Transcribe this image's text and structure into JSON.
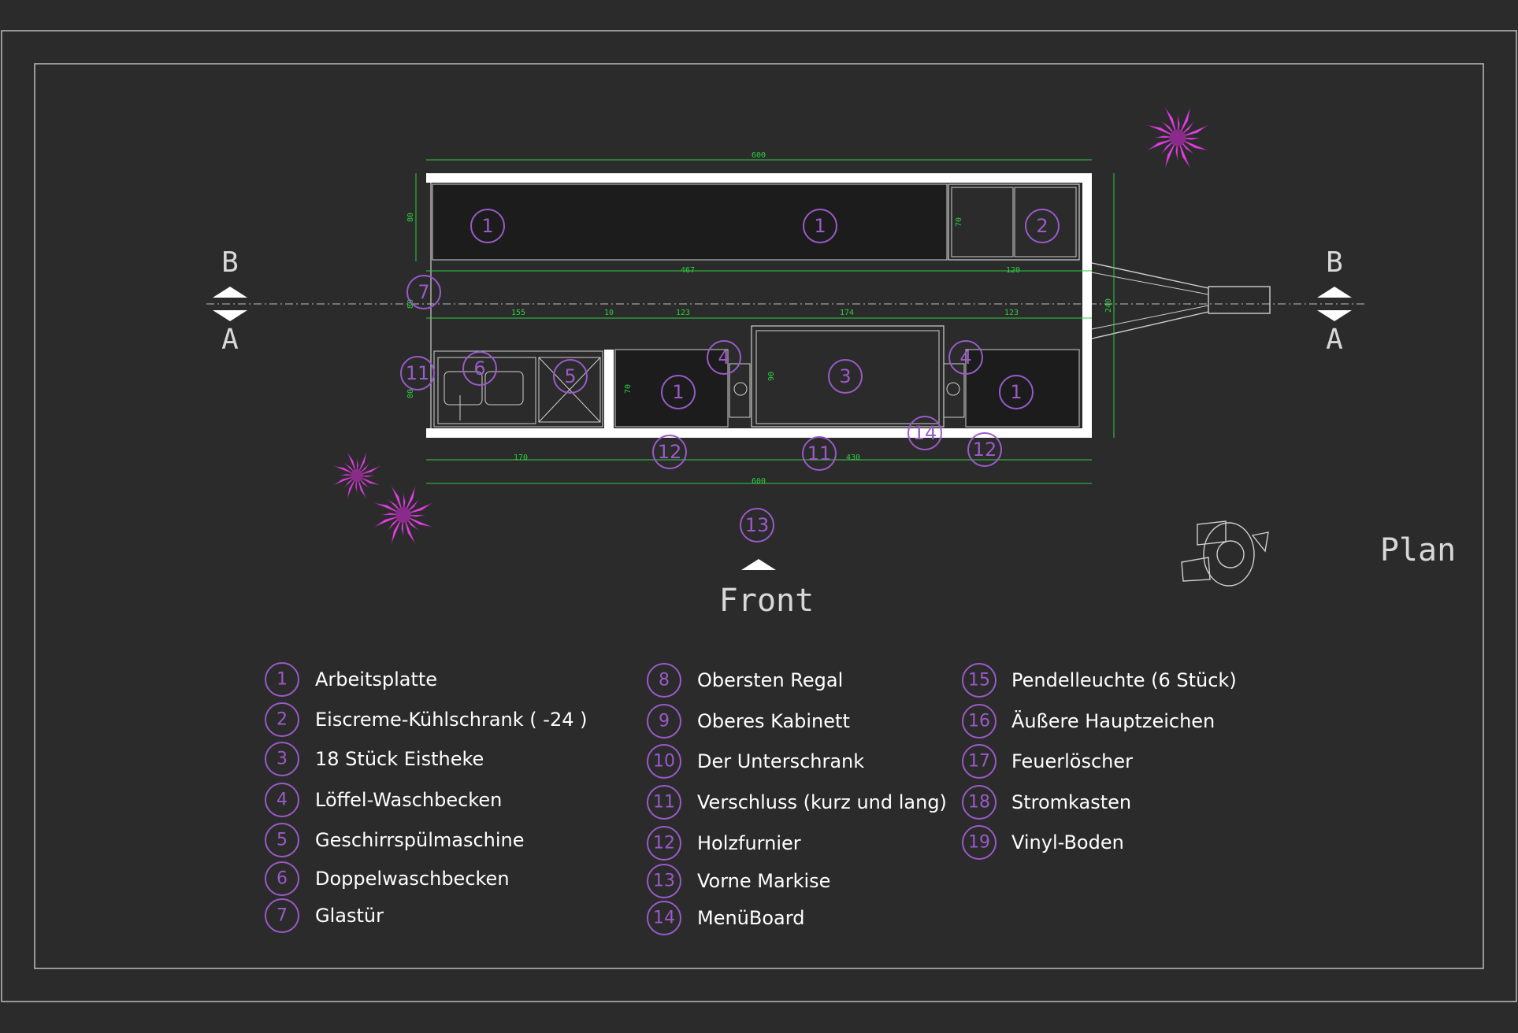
{
  "colors": {
    "background": "#2b2b2b",
    "frame": "#bdbdbd",
    "accent_purple": "#9a5ac8",
    "dimension_green": "#2ecc40",
    "wall_white": "#ffffff",
    "plant_magenta": "#e040e0"
  },
  "drawing": {
    "title": "Plan",
    "front_label": "Front",
    "section_top_left": "B",
    "section_bottom_left": "A",
    "section_top_right": "B",
    "section_bottom_right": "A"
  },
  "dimensions": {
    "top_total": "600",
    "bottom_total": "600",
    "counter_length": "467",
    "fridge_length": "120",
    "left_depth": "80",
    "fridge_depth": "70",
    "seg_155": "155",
    "seg_10": "10",
    "seg_123a": "123",
    "seg_174": "174",
    "seg_123b": "123",
    "seg_170": "170",
    "seg_430": "430",
    "depth_80_low": "80",
    "depth_70_low": "70",
    "depth_90": "90",
    "width_240": "240",
    "side_80": "80"
  },
  "callouts": [
    "1",
    "1",
    "2",
    "7",
    "11",
    "6",
    "5",
    "1",
    "4",
    "3",
    "4",
    "1",
    "14",
    "12",
    "11",
    "12",
    "13"
  ],
  "legend": {
    "col1": [
      {
        "num": "1",
        "label": "Arbeitsplatte"
      },
      {
        "num": "2",
        "label": "Eiscreme-Kühlschrank ( -24 )"
      },
      {
        "num": "3",
        "label": "18 Stück Eistheke"
      },
      {
        "num": "4",
        "label": "Löffel-Waschbecken"
      },
      {
        "num": "5",
        "label": "Geschirrspülmaschine"
      },
      {
        "num": "6",
        "label": "Doppelwaschbecken"
      },
      {
        "num": "7",
        "label": "Glastür"
      }
    ],
    "col2": [
      {
        "num": "8",
        "label": "Obersten Regal"
      },
      {
        "num": "9",
        "label": "Oberes Kabinett"
      },
      {
        "num": "10",
        "label": "Der Unterschrank"
      },
      {
        "num": "11",
        "label": "Verschluss (kurz und lang)"
      },
      {
        "num": "12",
        "label": "Holzfurnier"
      },
      {
        "num": "13",
        "label": "Vorne Markise"
      },
      {
        "num": "14",
        "label": "MenüBoard"
      }
    ],
    "col3": [
      {
        "num": "15",
        "label": "Pendelleuchte (6 Stück)"
      },
      {
        "num": "16",
        "label": "Äußere Hauptzeichen"
      },
      {
        "num": "17",
        "label": "Feuerlöscher"
      },
      {
        "num": "18",
        "label": "Stromkasten"
      },
      {
        "num": "19",
        "label": "Vinyl-Boden"
      }
    ]
  }
}
